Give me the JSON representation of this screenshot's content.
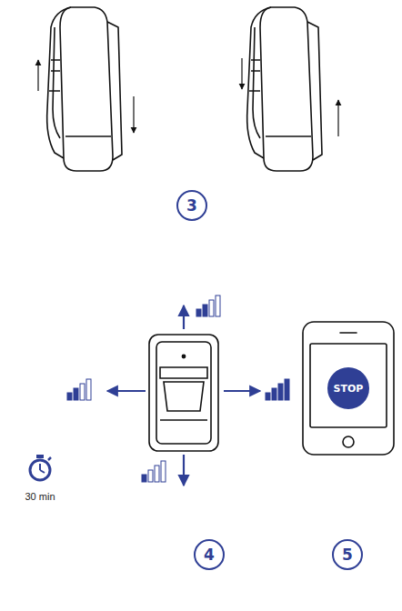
{
  "diagram": {
    "nodes": [
      {
        "text": [
          "3"
        ]
      },
      {
        "text": [
          "STOP"
        ]
      },
      {
        "text": [
          "4"
        ]
      },
      {
        "text": [
          "5"
        ]
      }
    ],
    "labels": [
      "30 min"
    ]
  }
}
